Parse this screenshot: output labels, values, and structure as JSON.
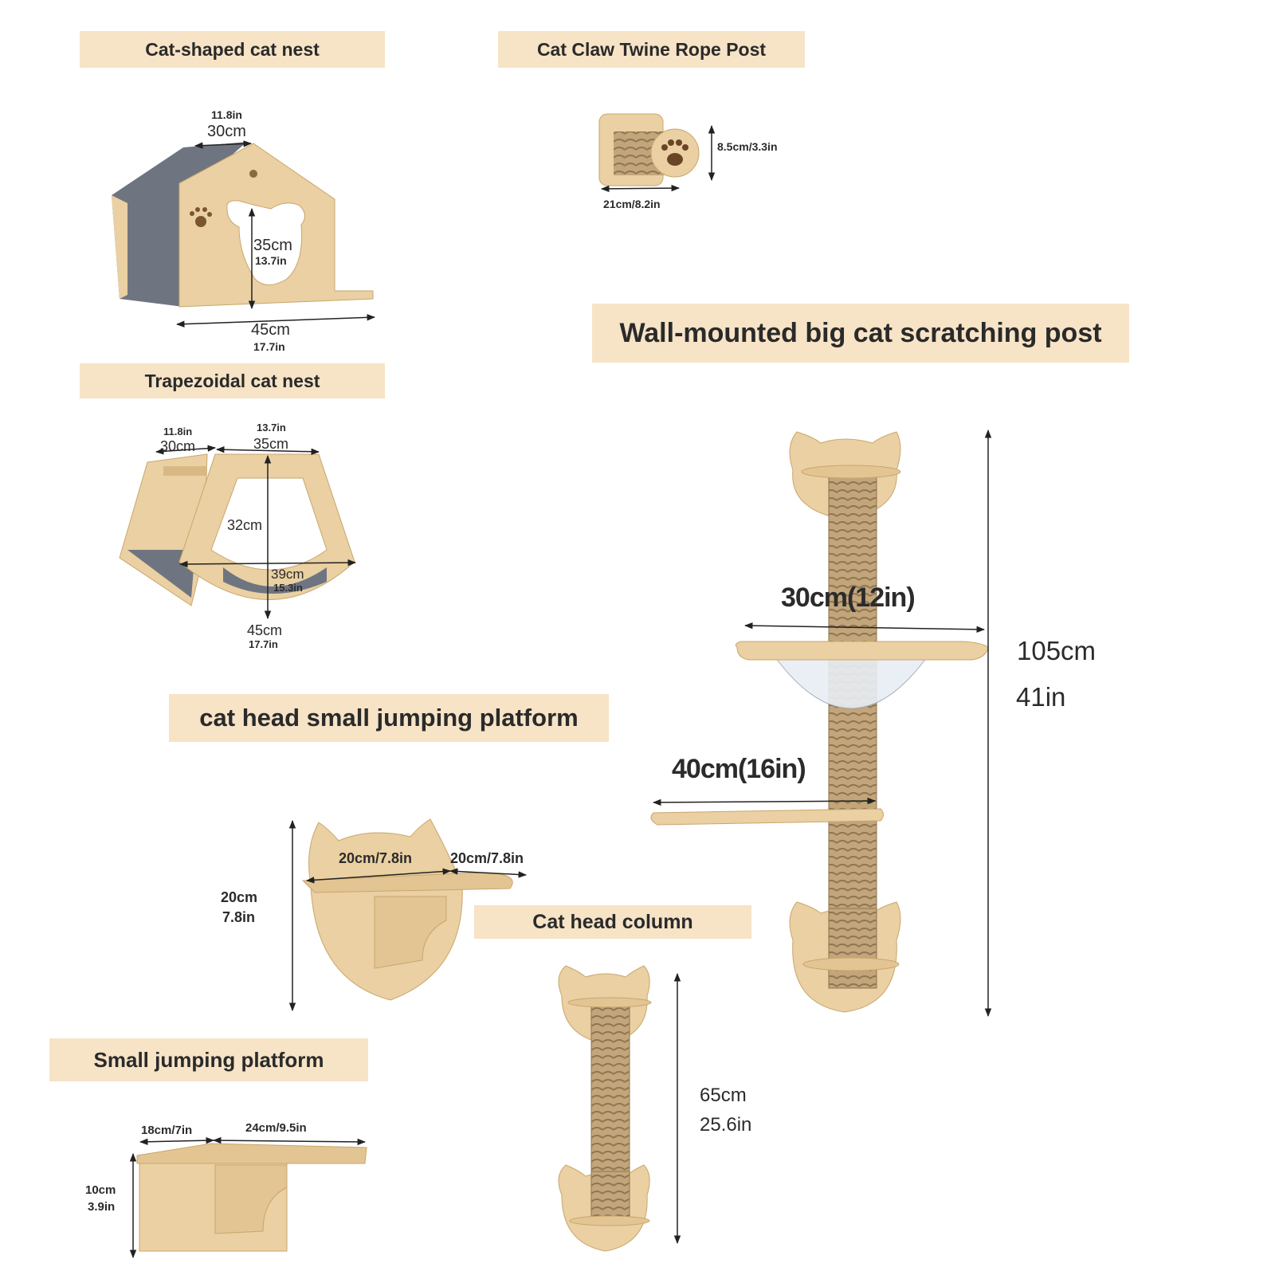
{
  "sections": {
    "cat_shaped_nest": {
      "title": "Cat-shaped cat nest",
      "width_in": "11.8in",
      "width_cm": "30cm",
      "height_cm": "35cm",
      "height_in": "13.7in",
      "length_cm": "45cm",
      "length_in": "17.7in"
    },
    "rope_post": {
      "title": "Cat Claw Twine Rope Post",
      "diameter": "8.5cm/3.3in",
      "length": "21cm/8.2in"
    },
    "trapezoidal_nest": {
      "title": "Trapezoidal cat nest",
      "depth_in": "11.8in",
      "depth_cm": "30cm",
      "top_in": "13.7in",
      "top_cm": "35cm",
      "height_cm": "32cm",
      "mid_cm": "39cm",
      "mid_in": "15.3in",
      "bottom_cm": "45cm",
      "bottom_in": "17.7in"
    },
    "big_post": {
      "title": "Wall-mounted big cat scratching post",
      "bowl_width": "30cm(12in)",
      "platform_width": "40cm(16in)",
      "height_cm": "105cm",
      "height_in": "41in"
    },
    "head_platform": {
      "title": "cat head small jumping platform",
      "depth": "20cm/7.8in",
      "width": "20cm/7.8in",
      "height_cm": "20cm",
      "height_in": "7.8in"
    },
    "head_column": {
      "title": "Cat head column",
      "height_cm": "65cm",
      "height_in": "25.6in"
    },
    "small_platform": {
      "title": "Small jumping platform",
      "depth": "18cm/7in",
      "width": "24cm/9.5in",
      "height_cm": "10cm",
      "height_in": "3.9in"
    }
  },
  "colors": {
    "banner_bg": "#f7e3c6",
    "wood": "#ead0a2",
    "wood_dark": "#c9a66c",
    "cushion": "#6f7580",
    "rope": "#b89b72"
  }
}
